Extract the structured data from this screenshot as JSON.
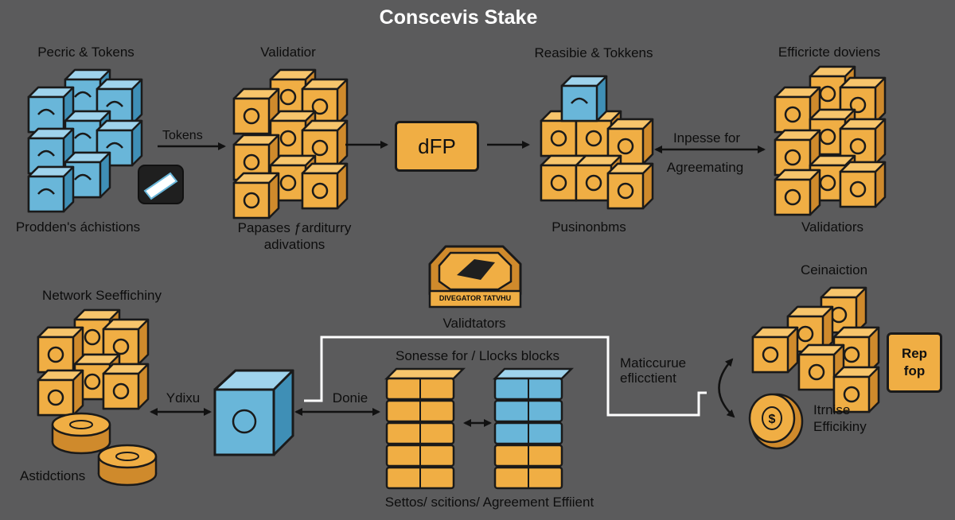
{
  "title": "Conscevis Stake",
  "colors": {
    "background": "#5b5b5c",
    "orange": "#f0ae44",
    "orange_dark": "#cf8a2c",
    "blue": "#69b6d9",
    "blue_dark": "#3f8fb6",
    "outline": "#1a1a1a",
    "connector": "#ffffff"
  },
  "labels": {
    "col1_top": "Pecric & Tokens",
    "col1_bottom": "Prodden's áchistions",
    "tokens_arrow": "Tokens",
    "col2_top": "Validatior",
    "col2_bottom": [
      "Papases ƒarditurry",
      "adivations"
    ],
    "dfp": "dFP",
    "col3_top": "Reasibie & Tokkens",
    "col3_bottom": "Pusinonbms",
    "inpesse": [
      "Inpesse for",
      "Agreemating"
    ],
    "col4_top": "Efficricte doviеns",
    "col4_bottom": "Validatiors",
    "badge_text": "DIVEGATOR    TATVHU",
    "badge_caption": "Validtators",
    "network": "Network Seeffichiny",
    "astidctions": "Astidctions",
    "ydixu": "Ydixu",
    "donie": "Donie",
    "sonesse": "Sonesse for / Llocks blocks",
    "settos": "Settos/ scitions/ Agreement Effiient",
    "maticcurue": [
      "Maticcurue",
      "eflicctient"
    ],
    "ceinaiction": "Ceinaiction",
    "rep_fop": [
      "Rep",
      "fop"
    ],
    "itrnise": [
      "Itrnise",
      "Efficikiny"
    ]
  },
  "icons": [
    "hex-badge-icon",
    "dollar-coin-icon",
    "hdd-icon",
    "cube-stack-icon"
  ]
}
